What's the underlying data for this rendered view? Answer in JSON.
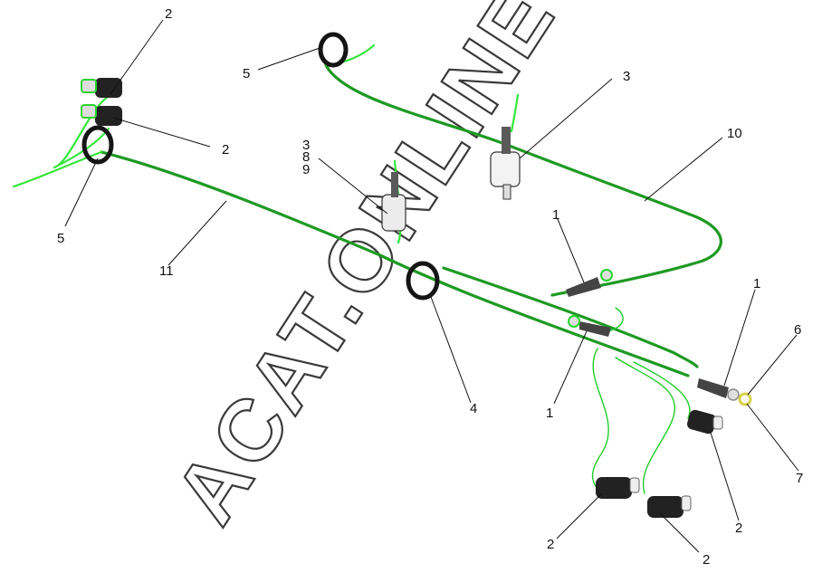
{
  "diagram": {
    "watermark": "ACAT.ONLINE",
    "callouts": [
      {
        "id": "c-2-top",
        "text": "2"
      },
      {
        "id": "c-2-mid",
        "text": "2"
      },
      {
        "id": "c-5-top",
        "text": "5"
      },
      {
        "id": "c-5-left",
        "text": "5"
      },
      {
        "id": "c-3-right",
        "text": "3"
      },
      {
        "id": "c-3-center",
        "text": "3"
      },
      {
        "id": "c-8",
        "text": "8"
      },
      {
        "id": "c-9",
        "text": "9"
      },
      {
        "id": "c-10",
        "text": "10"
      },
      {
        "id": "c-11",
        "text": "11"
      },
      {
        "id": "c-1-upper",
        "text": "1"
      },
      {
        "id": "c-1-right",
        "text": "1"
      },
      {
        "id": "c-1-lower",
        "text": "1"
      },
      {
        "id": "c-4",
        "text": "4"
      },
      {
        "id": "c-6",
        "text": "6"
      },
      {
        "id": "c-7",
        "text": "7"
      },
      {
        "id": "c-2-bl",
        "text": "2"
      },
      {
        "id": "c-2-bc",
        "text": "2"
      },
      {
        "id": "c-2-br",
        "text": "2"
      }
    ],
    "colors": {
      "wire_dark": "#1f9a24",
      "wire_light": "#33e63a",
      "grommet": "#151515",
      "leader": "#111111",
      "watermark_outline": "#3a3a3a"
    }
  }
}
